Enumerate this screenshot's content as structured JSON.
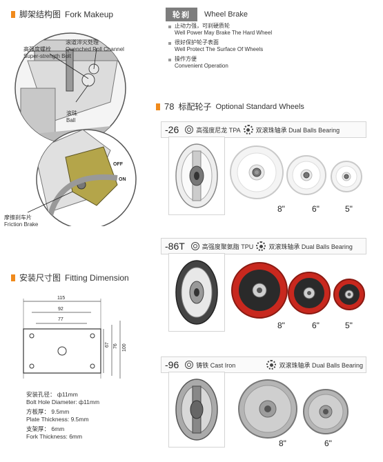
{
  "fork": {
    "title_cn": "脚架结构图",
    "title_en": "Fork Makeup",
    "bolt_cn": "高强度螺栓",
    "bolt_en": "Super-strength Bolt",
    "channel_cn": "滚道淬火处理",
    "channel_en": "Quenched Roll Channel",
    "ball_cn": "滚珠",
    "ball_en": "Ball",
    "off_label": "OFF",
    "on_label": "ON",
    "friction_cn": "摩擦刹车片",
    "friction_en": "Friction Brake"
  },
  "brake": {
    "badge": "轮刹",
    "title": "Wheel Brake",
    "features": [
      {
        "cn": "止动力强，可刹硬质轮",
        "en": "Well Power May Brake The Hard Wheel"
      },
      {
        "cn": "很好保护轮子表面",
        "en": "Well Protect The Surface Of Wheels"
      },
      {
        "cn": "操作方便",
        "en": "Convenient Operation"
      }
    ]
  },
  "standard": {
    "number": "78",
    "title_cn": "标配轮子",
    "title_en": "Optional Standard Wheels"
  },
  "wheels": [
    {
      "code": "-26",
      "material": "高强度尼龙 TPA",
      "bearing": "双滚珠轴承 Dual Balls Bearing",
      "sizes": [
        "8\"",
        "6\"",
        "5\""
      ]
    },
    {
      "code": "-86T",
      "material": "高强度聚氨脂 TPU",
      "bearing": "双滚珠轴承 Dual Balls Bearing",
      "sizes": [
        "8\"",
        "6\"",
        "5\""
      ]
    },
    {
      "code": "-96",
      "material": "铸铁  Cast Iron",
      "bearing": "双滚珠轴承 Dual Balls Bearing",
      "sizes": [
        "8\"",
        "6\""
      ]
    }
  ],
  "fitting": {
    "title_cn": "安装尺寸图",
    "title_en": "Fitting Dimension",
    "dims": {
      "d115": "115",
      "d92": "92",
      "d77": "77",
      "d67": "67",
      "d76": "76",
      "d100": "100"
    },
    "specs": [
      {
        "cn": "安装孔径：  ф11mm",
        "en": "Bolt Hole Diameter: ф11mm"
      },
      {
        "cn": "方板厚：  9.5mm",
        "en": "Plate Thickness: 9.5mm"
      },
      {
        "cn": "支架厚：  6mm",
        "en": "Fork Thickness: 6mm"
      }
    ]
  },
  "colors": {
    "accent": "#f08a1c",
    "badge": "#7d7d7d",
    "nylon": "#f2f2f2",
    "tpu": "#c8281e",
    "iron": "#9a9a9a"
  }
}
